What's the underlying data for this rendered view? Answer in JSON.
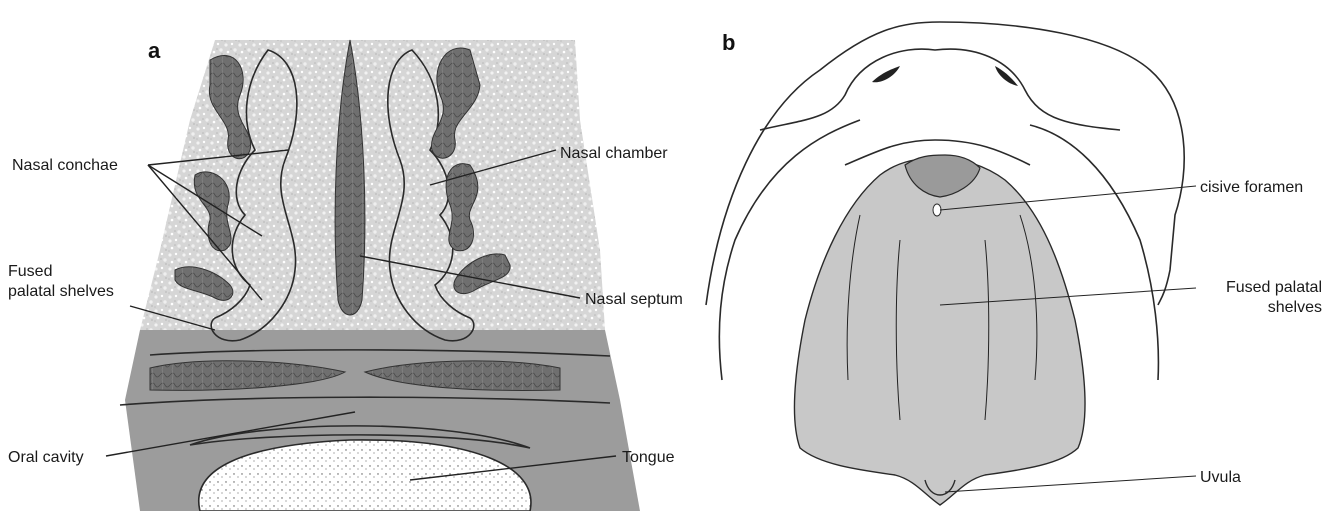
{
  "panel_a": {
    "letter": "a",
    "labels": {
      "nasal_conchae": "Nasal conchae",
      "fused_palatal_shelves_line1": "Fused",
      "fused_palatal_shelves_line2": "palatal shelves",
      "oral_cavity": "Oral cavity",
      "nasal_chamber": "Nasal chamber",
      "nasal_septum": "Nasal septum",
      "tongue": "Tongue"
    }
  },
  "panel_b": {
    "letter": "b",
    "labels": {
      "incisive_foramen": "cisive foramen",
      "fused_palatal_shelves_line1": "Fused palatal",
      "fused_palatal_shelves_line2": "shelves",
      "uvula": "Uvula"
    }
  },
  "colors": {
    "tissue_speckle": "#d9d9d9",
    "dark_tissue": "#6e6e6e",
    "palate_fill": "#c8c8c8",
    "premaxilla_fill": "#9a9a9a",
    "line": "#222222"
  }
}
